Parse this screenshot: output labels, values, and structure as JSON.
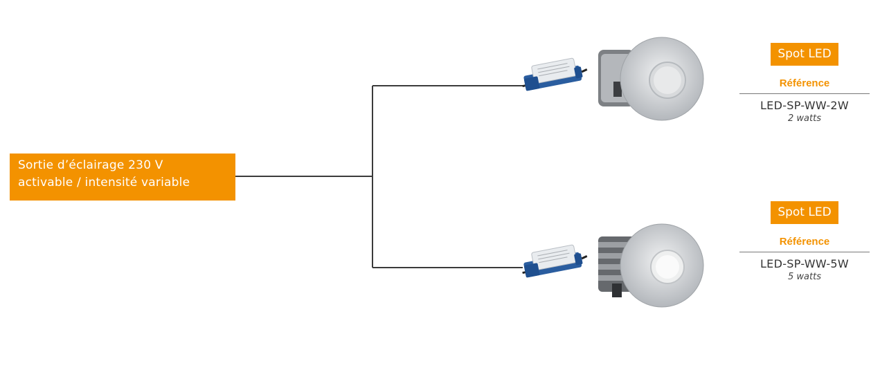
{
  "source": {
    "line1": "Sortie d’éclairage 230 V",
    "line2": "activable / intensité variable"
  },
  "outputs": [
    {
      "badge": "Spot LED",
      "ref_label": "Référence",
      "code": "LED-SP-WW-2W",
      "power": "2 watts"
    },
    {
      "badge": "Spot LED",
      "ref_label": "Référence",
      "code": "LED-SP-WW-5W",
      "power": "5 watts"
    }
  ],
  "colors": {
    "accent": "#f39200",
    "wire": "#3a3a3a",
    "driver_blue": "#2a5d9f",
    "driver_white": "#e9ecef",
    "spot_silver": "#c9ccd0"
  },
  "icons": [
    "led-driver-icon",
    "led-spot-icon"
  ]
}
